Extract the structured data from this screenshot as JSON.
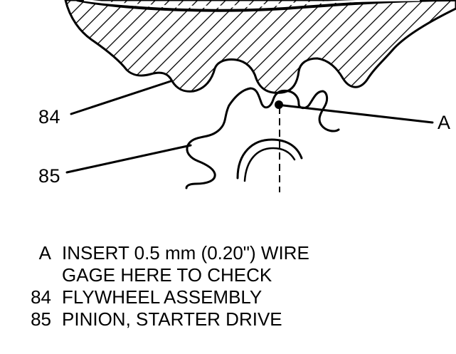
{
  "callouts": {
    "flywheel": "84",
    "pinion": "85",
    "gage_point": "A"
  },
  "legend": [
    {
      "key": "A",
      "lines": [
        "INSERT 0.5 mm (0.20\") WIRE",
        "GAGE HERE TO CHECK"
      ]
    },
    {
      "key": "84",
      "lines": [
        "FLYWHEEL ASSEMBLY"
      ]
    },
    {
      "key": "85",
      "lines": [
        "PINION, STARTER DRIVE"
      ]
    }
  ]
}
